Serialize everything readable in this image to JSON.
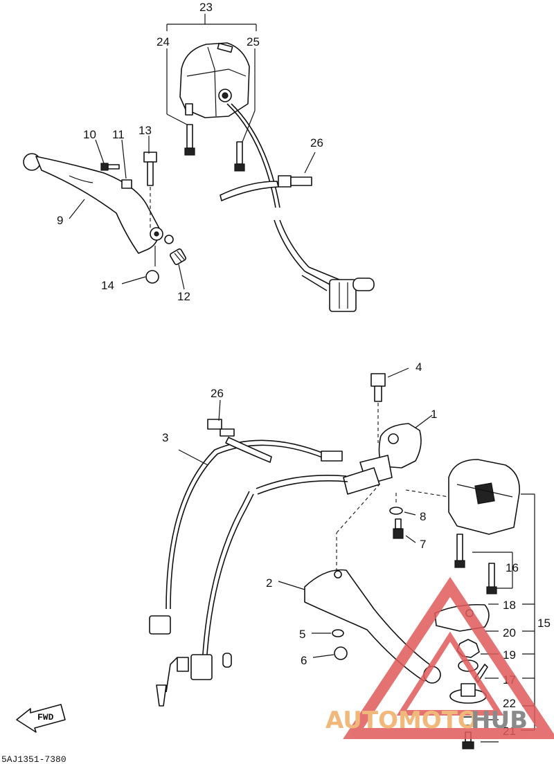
{
  "diagram": {
    "code": "5AJ1351-7380",
    "fwd_label": "FWD",
    "callouts": {
      "c1": "1",
      "c2": "2",
      "c3": "3",
      "c4": "4",
      "c5": "5",
      "c6": "6",
      "c7": "7",
      "c8": "8",
      "c9": "9",
      "c10": "10",
      "c11": "11",
      "c12": "12",
      "c13": "13",
      "c14": "14",
      "c15": "15",
      "c16": "16",
      "c17": "17",
      "c18": "18",
      "c19": "19",
      "c20": "20",
      "c21": "21",
      "c22": "22",
      "c23": "23",
      "c24": "24",
      "c25": "25",
      "c26_top": "26",
      "c26_bottom": "26"
    }
  },
  "watermark": {
    "text_a": "AUTOMOTO",
    "text_b": "HUB",
    "color_orange": "#f0b87a",
    "color_gray": "#8a8a8a",
    "color_red": "#e05a5a"
  }
}
